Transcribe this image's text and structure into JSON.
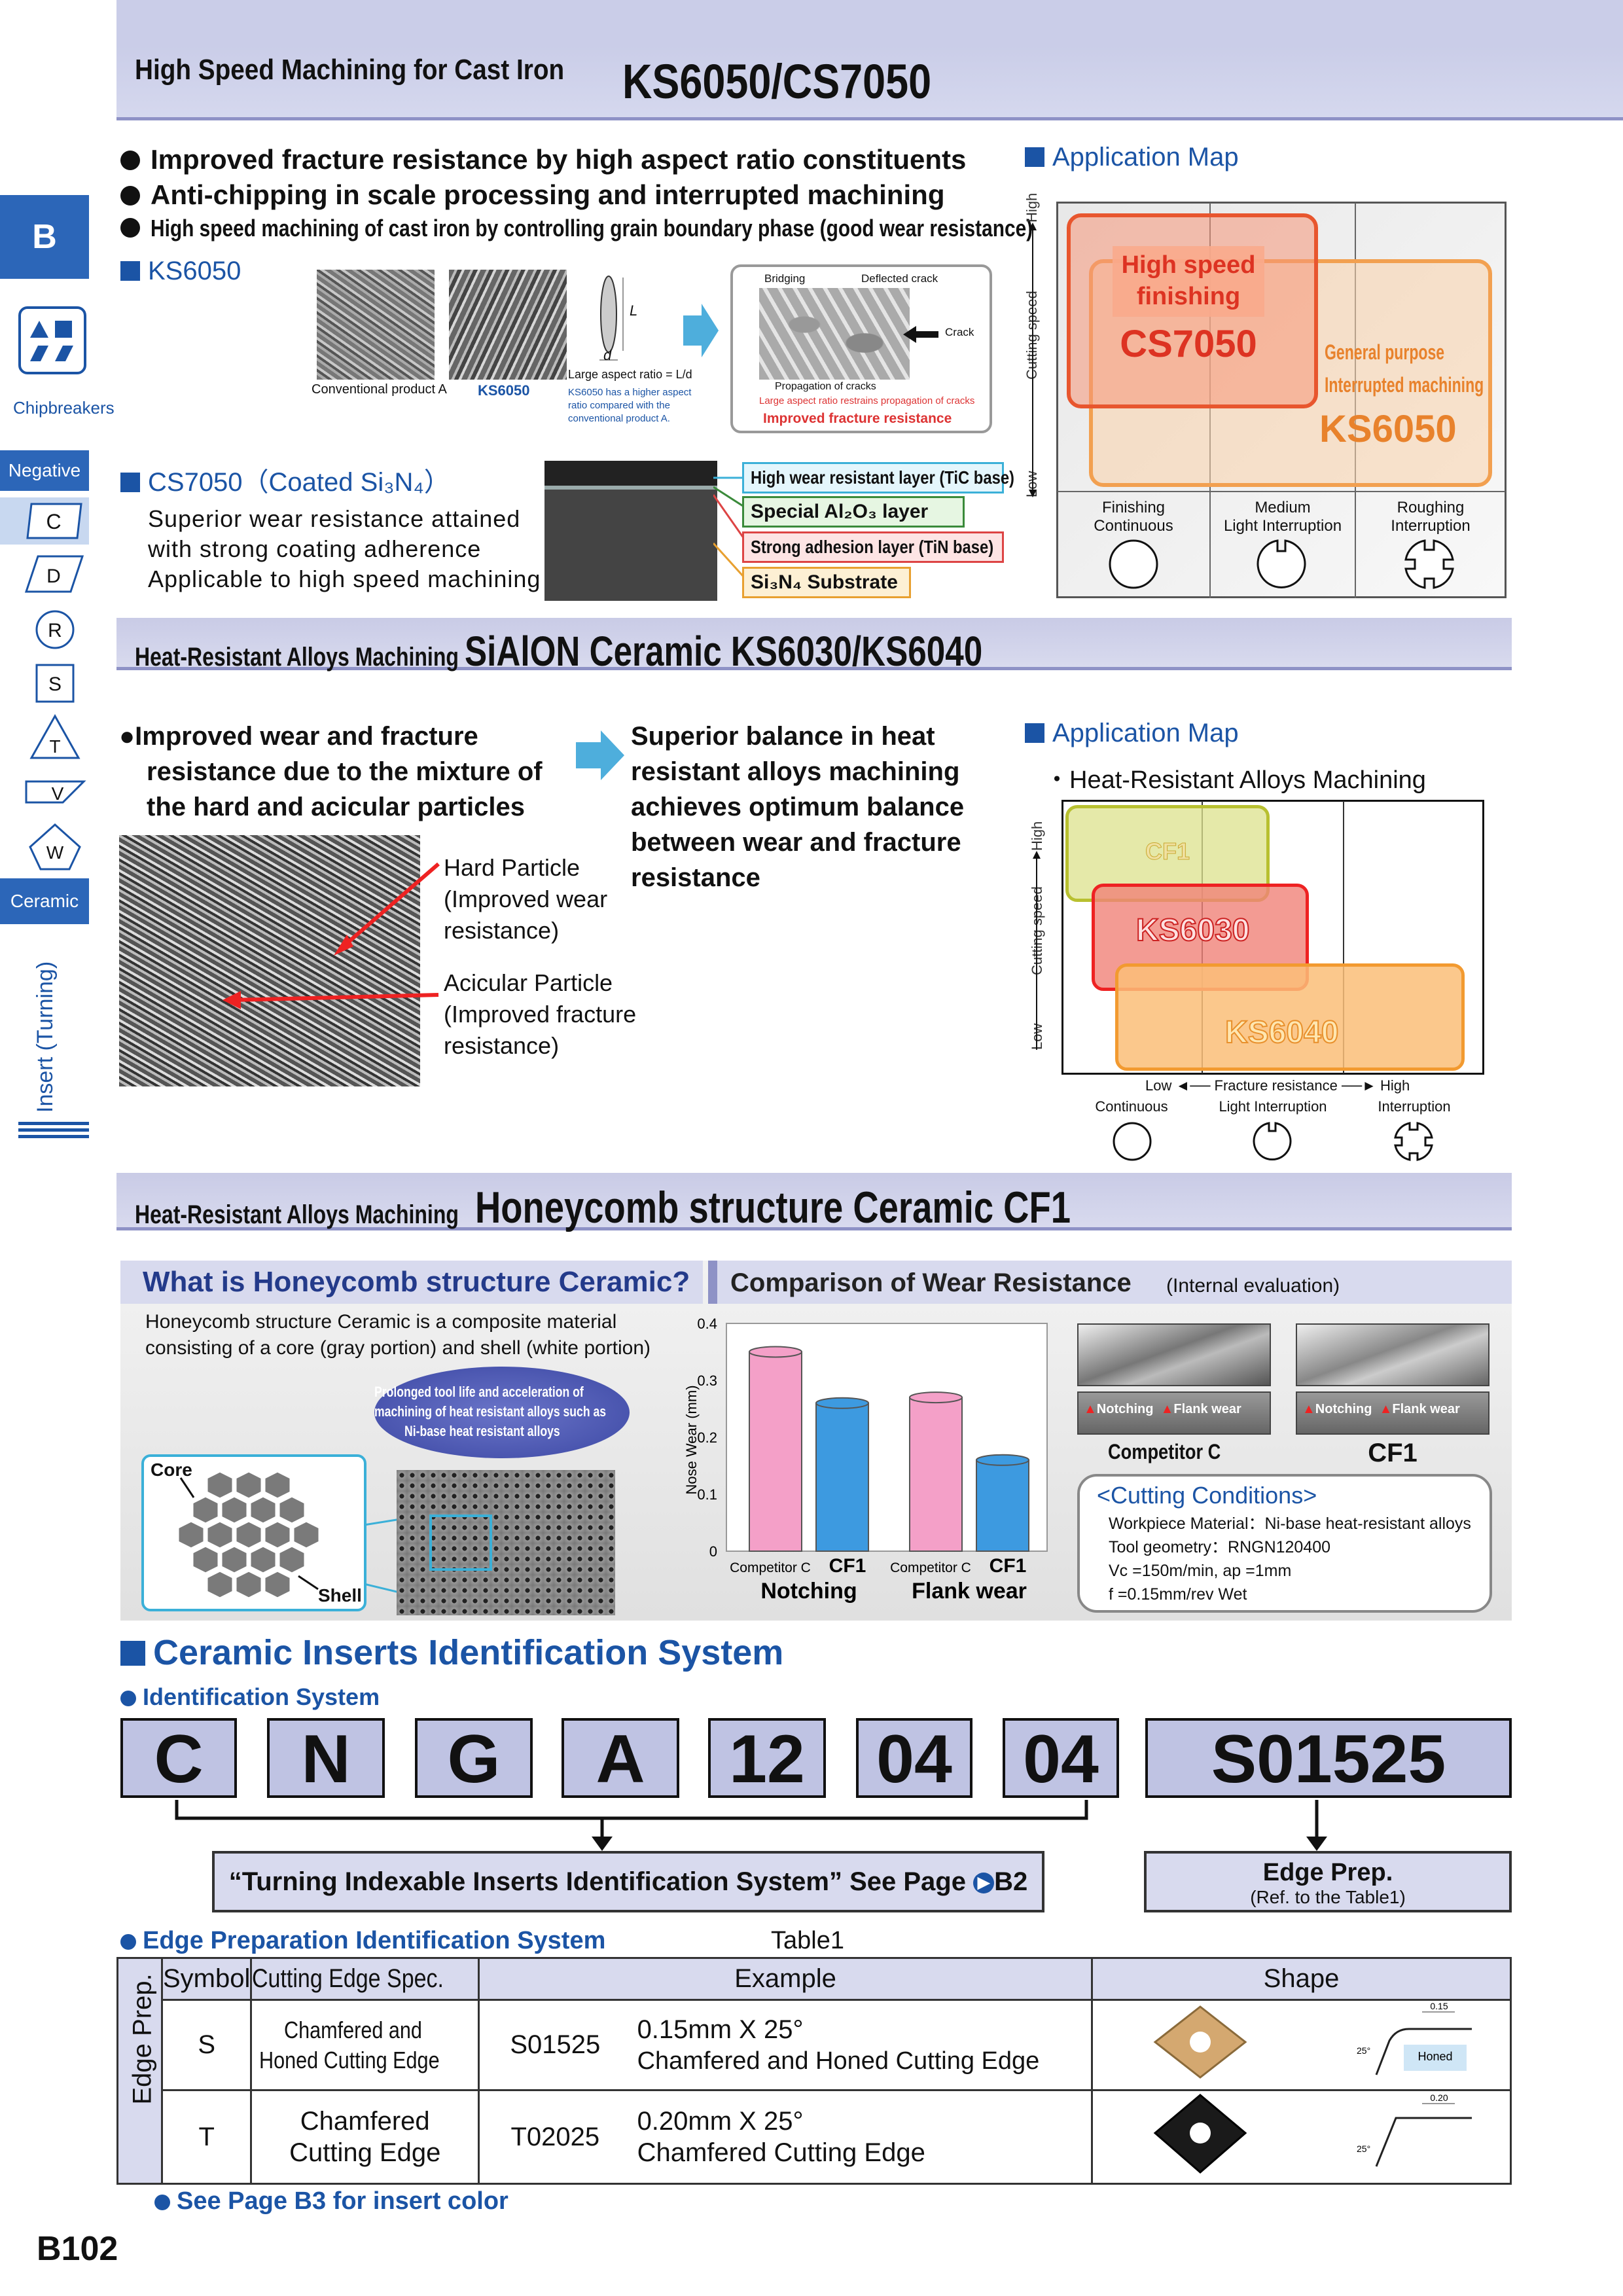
{
  "sidebar": {
    "letter": "B",
    "chipbreakers": "Chipbreakers",
    "negative": "Negative",
    "shapes": [
      "C",
      "D",
      "R",
      "S",
      "T",
      "V",
      "W"
    ],
    "ceramic": "Ceramic",
    "vertical": "Insert (Turning)"
  },
  "sec1": {
    "title_small": "High Speed Machining for Cast Iron",
    "title_big": "KS6050/CS7050",
    "bullets": [
      "Improved fracture resistance by high aspect ratio constituents",
      "Anti-chipping in scale processing and interrupted machining",
      "High speed machining of cast iron by controlling grain boundary phase (good wear resistance)"
    ],
    "ks6050": "KS6050",
    "conv": "Conventional product A",
    "ksimg": "KS6050",
    "L": "L",
    "d": "d",
    "aspect": "Large aspect ratio = L/d",
    "aspect_note": "KS6050 has a higher aspect ratio compared with the conventional product A.",
    "bridging": "Bridging",
    "deflected": "Deflected crack",
    "crack": "Crack",
    "prop": "Propagation of cracks",
    "restrain": "Large aspect ratio restrains propagation of cracks",
    "improved": "Improved fracture resistance",
    "cs7050": "CS7050（Coated Si₃N₄）",
    "cs_text": [
      "Superior wear resistance attained",
      "with strong coating adherence",
      "Applicable to high speed machining"
    ],
    "layers": [
      "High wear resistant layer (TiC base)",
      "Special Al₂O₃ layer",
      "Strong adhesion layer (TiN base)",
      "Si₃N₄ Substrate"
    ]
  },
  "map1": {
    "title": "Application Map",
    "high": "High",
    "speed": "Cutting speed",
    "low": "Low",
    "hsf1": "High speed",
    "hsf2": "finishing",
    "cs": "CS7050",
    "gp1": "General purpose",
    "gp2": "Interrupted machining",
    "ks": "KS6050",
    "cols": [
      [
        "Finishing",
        "Continuous"
      ],
      [
        "Medium",
        "Light Interruption"
      ],
      [
        "Roughing",
        "Interruption"
      ]
    ]
  },
  "sec2": {
    "title_small": "Heat-Resistant Alloys Machining",
    "title_big": "SiAlON Ceramic KS6030/KS6040",
    "left": [
      "●Improved wear and fracture",
      "resistance due to the mixture of",
      "the hard and acicular particles"
    ],
    "right": [
      "Superior balance in heat",
      "resistant alloys machining",
      "achieves optimum balance",
      "between wear and fracture",
      "resistance"
    ],
    "hard": [
      "Hard Particle",
      "(Improved wear",
      "resistance)"
    ],
    "acic": [
      "Acicular Particle",
      "(Improved fracture",
      "resistance)"
    ]
  },
  "map2": {
    "title": "Application Map",
    "sub": "・Heat-Resistant Alloys Machining",
    "high": "High",
    "speed": "Cutting speed",
    "low": "Low",
    "cf1": "CF1",
    "ks6030": "KS6030",
    "ks6040": "KS6040",
    "xlow": "Low",
    "xfr": "Fracture resistance",
    "xhigh": "High",
    "cols": [
      "Continuous",
      "Light Interruption",
      "Interruption"
    ]
  },
  "sec3": {
    "title_small": "Heat-Resistant Alloys Machining",
    "title_big": "Honeycomb structure Ceramic CF1",
    "what": "What is Honeycomb structure Ceramic?",
    "desc": [
      "Honeycomb structure Ceramic is a composite material",
      "consisting of a core (gray portion) and shell (white portion)"
    ],
    "bubble": [
      "Prolonged tool life and acceleration of",
      "machining of heat resistant alloys such as",
      "Ni-base heat resistant alloys"
    ],
    "core": "Core",
    "shell": "Shell",
    "comp": "Comparison of Wear Resistance",
    "internal": "(Internal evaluation)",
    "img_labels": [
      "Notching",
      "Flank wear"
    ],
    "compC": "Competitor C",
    "cf1": "CF1",
    "cc_title": "<Cutting Conditions>",
    "cc": [
      "Workpiece Material：Ni-base heat-resistant alloys",
      "Tool geometry：RNGN120400",
      "Vc =150m/min, ap =1mm",
      "f =0.15mm/rev Wet"
    ]
  },
  "chart_data": {
    "type": "bar",
    "categories": [
      "Notching",
      "Flank wear"
    ],
    "series": [
      {
        "name": "Competitor C",
        "values": [
          0.35,
          0.27
        ],
        "color": "#f4a0c8"
      },
      {
        "name": "CF1",
        "values": [
          0.26,
          0.16
        ],
        "color": "#3d9ae0"
      }
    ],
    "ylabel": "Nose Wear (mm)",
    "ylim": [
      0,
      0.4
    ],
    "yticks": [
      "0.4",
      "0.3",
      "0.2",
      "0.1",
      "0"
    ]
  },
  "sec4": {
    "title": "Ceramic Inserts Identification System",
    "sub": "Identification System",
    "codes": [
      "C",
      "N",
      "G",
      "A",
      "12",
      "04",
      "04",
      "S01525"
    ],
    "see": "“Turning Indexable Inserts Identification System” See Page",
    "page": "B2",
    "edge": "Edge Prep.",
    "ref": "(Ref. to the Table1)",
    "edge_sys": "Edge Preparation Identification System",
    "table1": "Table1",
    "headers": [
      "Symbol",
      "Cutting Edge Spec.",
      "Example",
      "Shape"
    ],
    "rowlabel": "Edge Prep.",
    "rows": [
      {
        "sym": "S",
        "spec": [
          "Chamfered and",
          "Honed Cutting Edge"
        ],
        "code": "S01525",
        "ex1": "0.15mm X 25°",
        "ex2": "Chamfered and Honed Cutting Edge",
        "dim": "0.15",
        "ang": "25°",
        "honed": "Honed"
      },
      {
        "sym": "T",
        "spec": [
          "Chamfered",
          "Cutting Edge"
        ],
        "code": "T02025",
        "ex1": "0.20mm X 25°",
        "ex2": "Chamfered Cutting Edge",
        "dim": "0.20",
        "ang": "25°"
      }
    ],
    "note": "See Page B3 for insert color"
  },
  "footer": {
    "page": "B102"
  }
}
